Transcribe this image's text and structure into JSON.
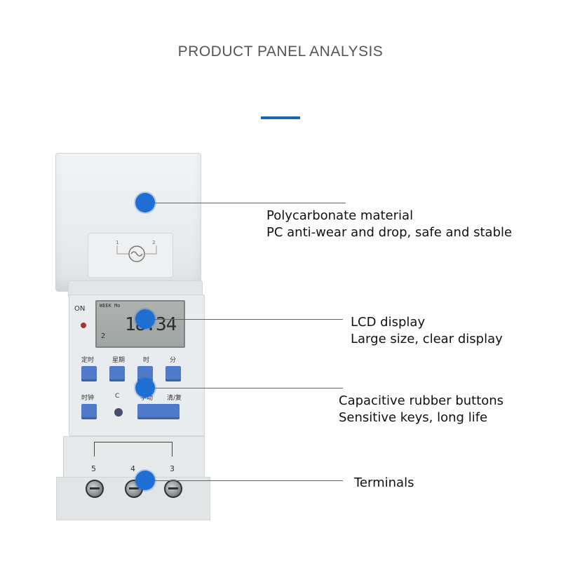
{
  "header": {
    "title": "PRODUCT PANEL ANALYSIS",
    "accent_color": "#1e66b0"
  },
  "device": {
    "on_label": "ON",
    "lcd": {
      "top_text": "WEEK Mo",
      "big_digits": "18:34",
      "small_text": "2"
    },
    "buttons": {
      "row1": [
        "定时",
        "星期",
        "时",
        "分"
      ],
      "row2": [
        "时钟",
        "C",
        "手动",
        "清/复"
      ]
    },
    "terminals": [
      "5",
      "4",
      "3"
    ]
  },
  "callouts": [
    {
      "id": "cover",
      "line1": "Polycarbonate material",
      "line2": "PC anti-wear and drop, safe and stable"
    },
    {
      "id": "lcd",
      "line1": "LCD display",
      "line2": "Large size, clear display"
    },
    {
      "id": "buttons",
      "line1": "Capacitive rubber buttons",
      "line2": "Sensitive keys, long life"
    },
    {
      "id": "terminals",
      "line1": "Terminals",
      "line2": ""
    }
  ],
  "colors": {
    "dot": "#1f6ed4",
    "line": "#2f6fb7",
    "button": "#4f79c9"
  }
}
